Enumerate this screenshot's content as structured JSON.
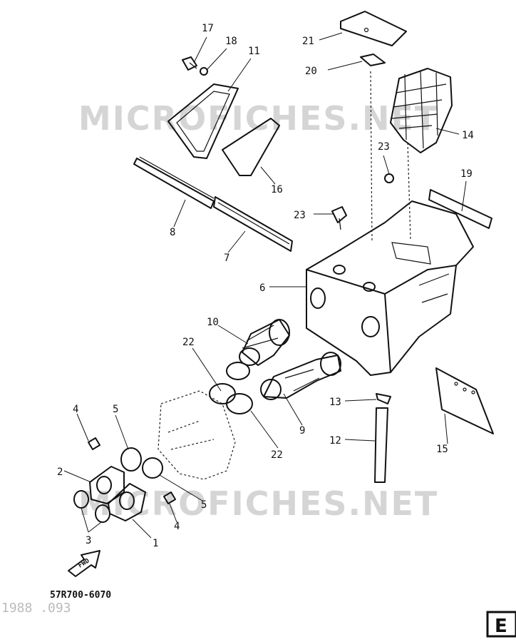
{
  "watermark": "MICROFICHES.NET",
  "part_code": "57R700-6070",
  "ghost_code": "1988 .093",
  "fwd_label": "FWD",
  "corner_mark": "E",
  "callouts": {
    "c1": "1",
    "c2": "2",
    "c3": "3",
    "c4a": "4",
    "c4b": "4",
    "c5a": "5",
    "c5b": "5",
    "c6": "6",
    "c7": "7",
    "c8": "8",
    "c9": "9",
    "c10": "10",
    "c11": "11",
    "c12": "12",
    "c13": "13",
    "c14": "14",
    "c15": "15",
    "c16": "16",
    "c17": "17",
    "c18": "18",
    "c19": "19",
    "c20": "20",
    "c21": "21",
    "c22a": "22",
    "c22b": "22",
    "c23a": "23",
    "c23b": "23"
  }
}
